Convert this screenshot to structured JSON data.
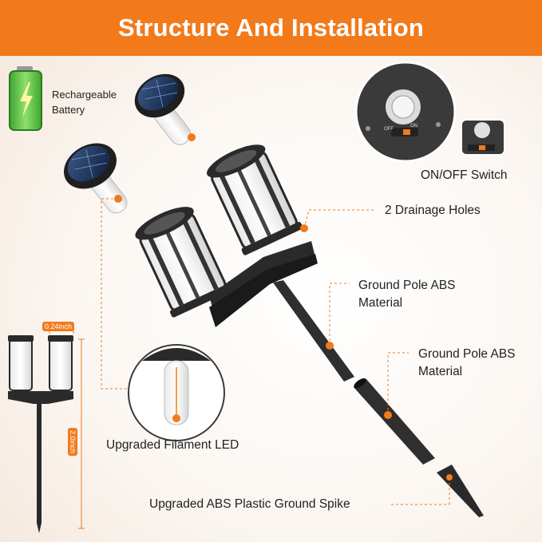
{
  "title": "Structure And Installation",
  "labels": {
    "battery": "Rechargeable\nBattery",
    "switch": "ON/OFF Switch",
    "drainage": "2 Drainage Holes",
    "pole1": "Ground Pole ABS\nMaterial",
    "pole2": "Ground Pole ABS\nMaterial",
    "filament": "Upgraded Filament LED",
    "spike": "Upgraded ABS Plastic Ground Spike"
  },
  "switch_marks": {
    "off": "OFF",
    "on": "ON"
  },
  "dimensions": {
    "width": "0.24inch",
    "height": "2.0inch"
  },
  "colors": {
    "accent": "#f27a1a",
    "product": "#2a2a2a"
  }
}
